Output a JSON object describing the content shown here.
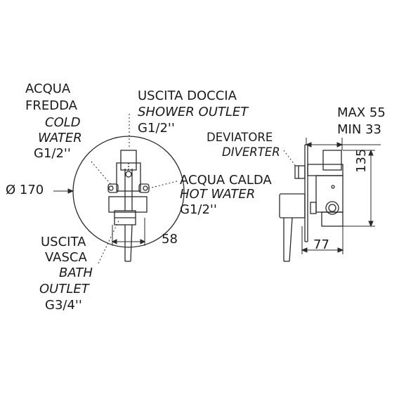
{
  "labels": {
    "acqua_fredda": [
      "ACQUA",
      "FREDDA",
      "COLD",
      "WATER",
      "G1/2''"
    ],
    "uscita_doccia": [
      "USCITA DOCCIA",
      "SHOWER OUTLET",
      "G1/2''"
    ],
    "acqua_calda": [
      "ACQUA CALDA",
      "HOT WATER",
      "G1/2''"
    ],
    "uscita_vasca": [
      "USCITA",
      "VASCA",
      "BATH",
      "OUTLET",
      "G3/4''"
    ],
    "deviatore": [
      "DEVIATORE",
      "DIVERTER"
    ]
  },
  "dimensions": {
    "diameter": "Ø 170",
    "width_front": "58",
    "depth": "77",
    "height": "135",
    "max": "MAX 55",
    "min": "MIN 33"
  },
  "colors": {
    "line": "#2a2a2a",
    "text": "#1a1a1a"
  }
}
